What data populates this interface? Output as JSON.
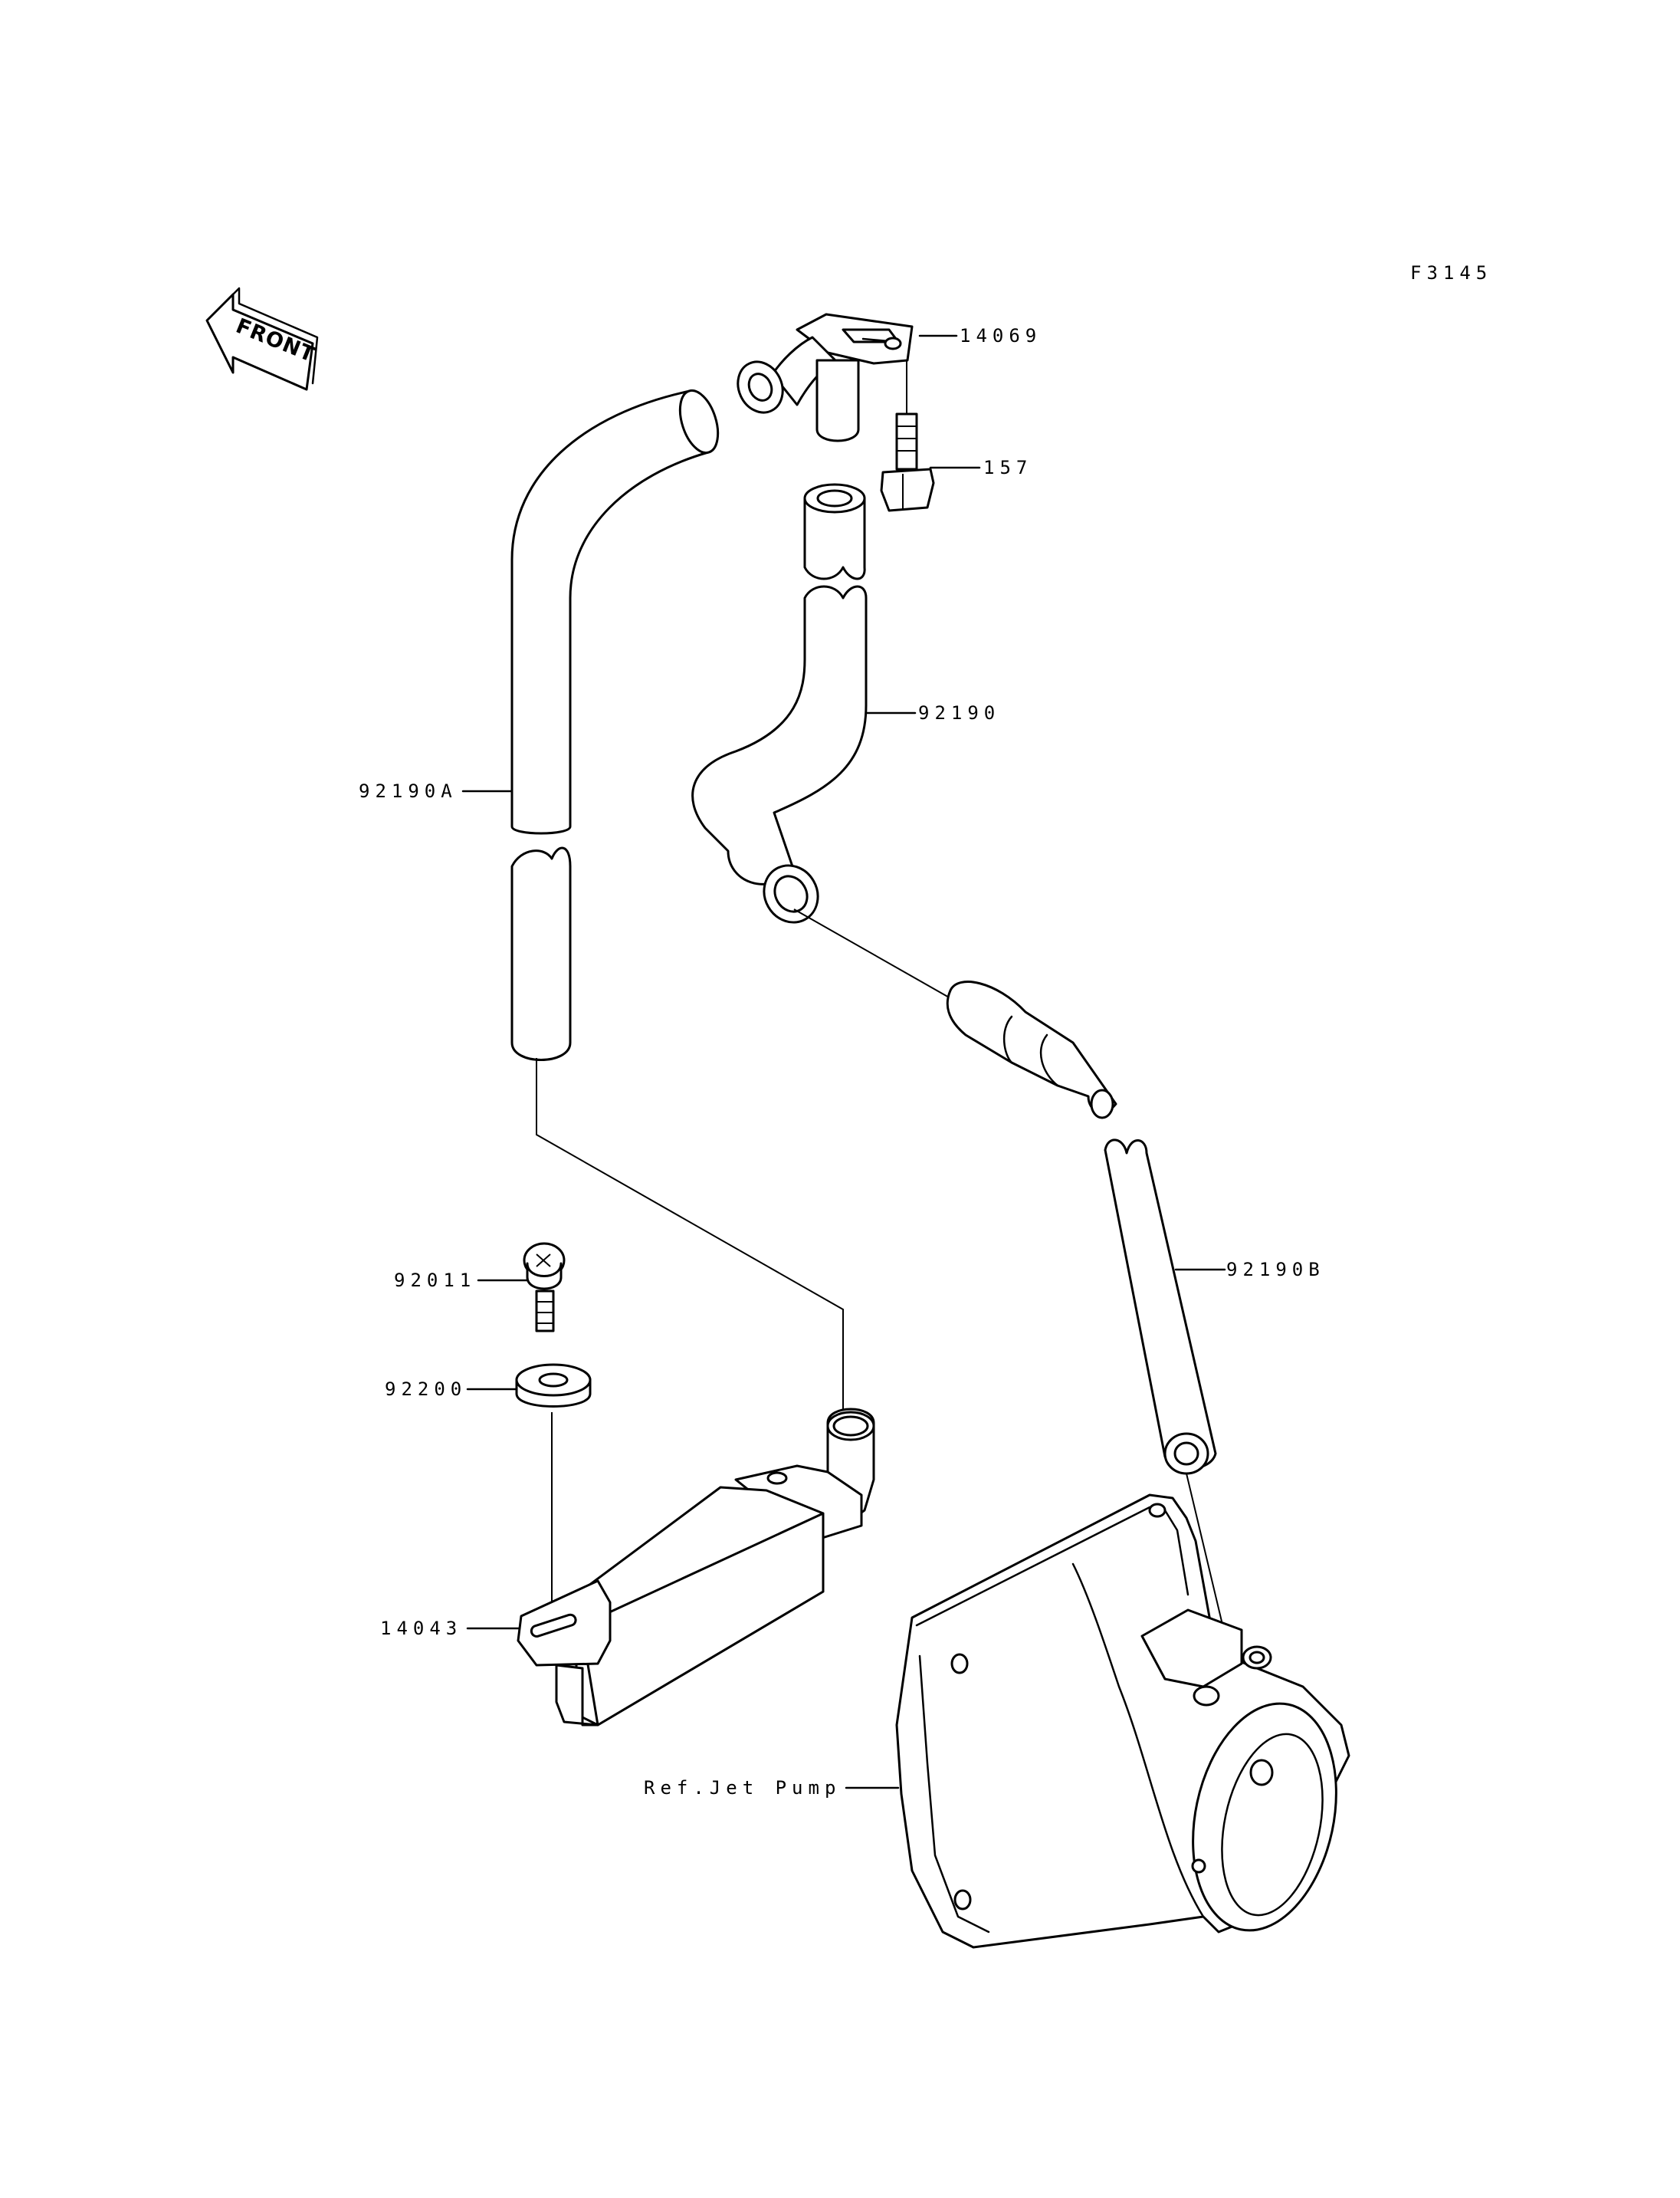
{
  "figure_code": "F3145",
  "front_label": "FRONT",
  "parts": [
    {
      "key": "p14069",
      "number": "14069"
    },
    {
      "key": "p157",
      "number": "157"
    },
    {
      "key": "p92190",
      "number": "92190"
    },
    {
      "key": "p92190A",
      "number": "92190A"
    },
    {
      "key": "p92190B",
      "number": "92190B"
    },
    {
      "key": "p92011",
      "number": "92011"
    },
    {
      "key": "p92200",
      "number": "92200"
    },
    {
      "key": "p14043",
      "number": "14043"
    }
  ],
  "reference_label": "Ref.Jet Pump"
}
